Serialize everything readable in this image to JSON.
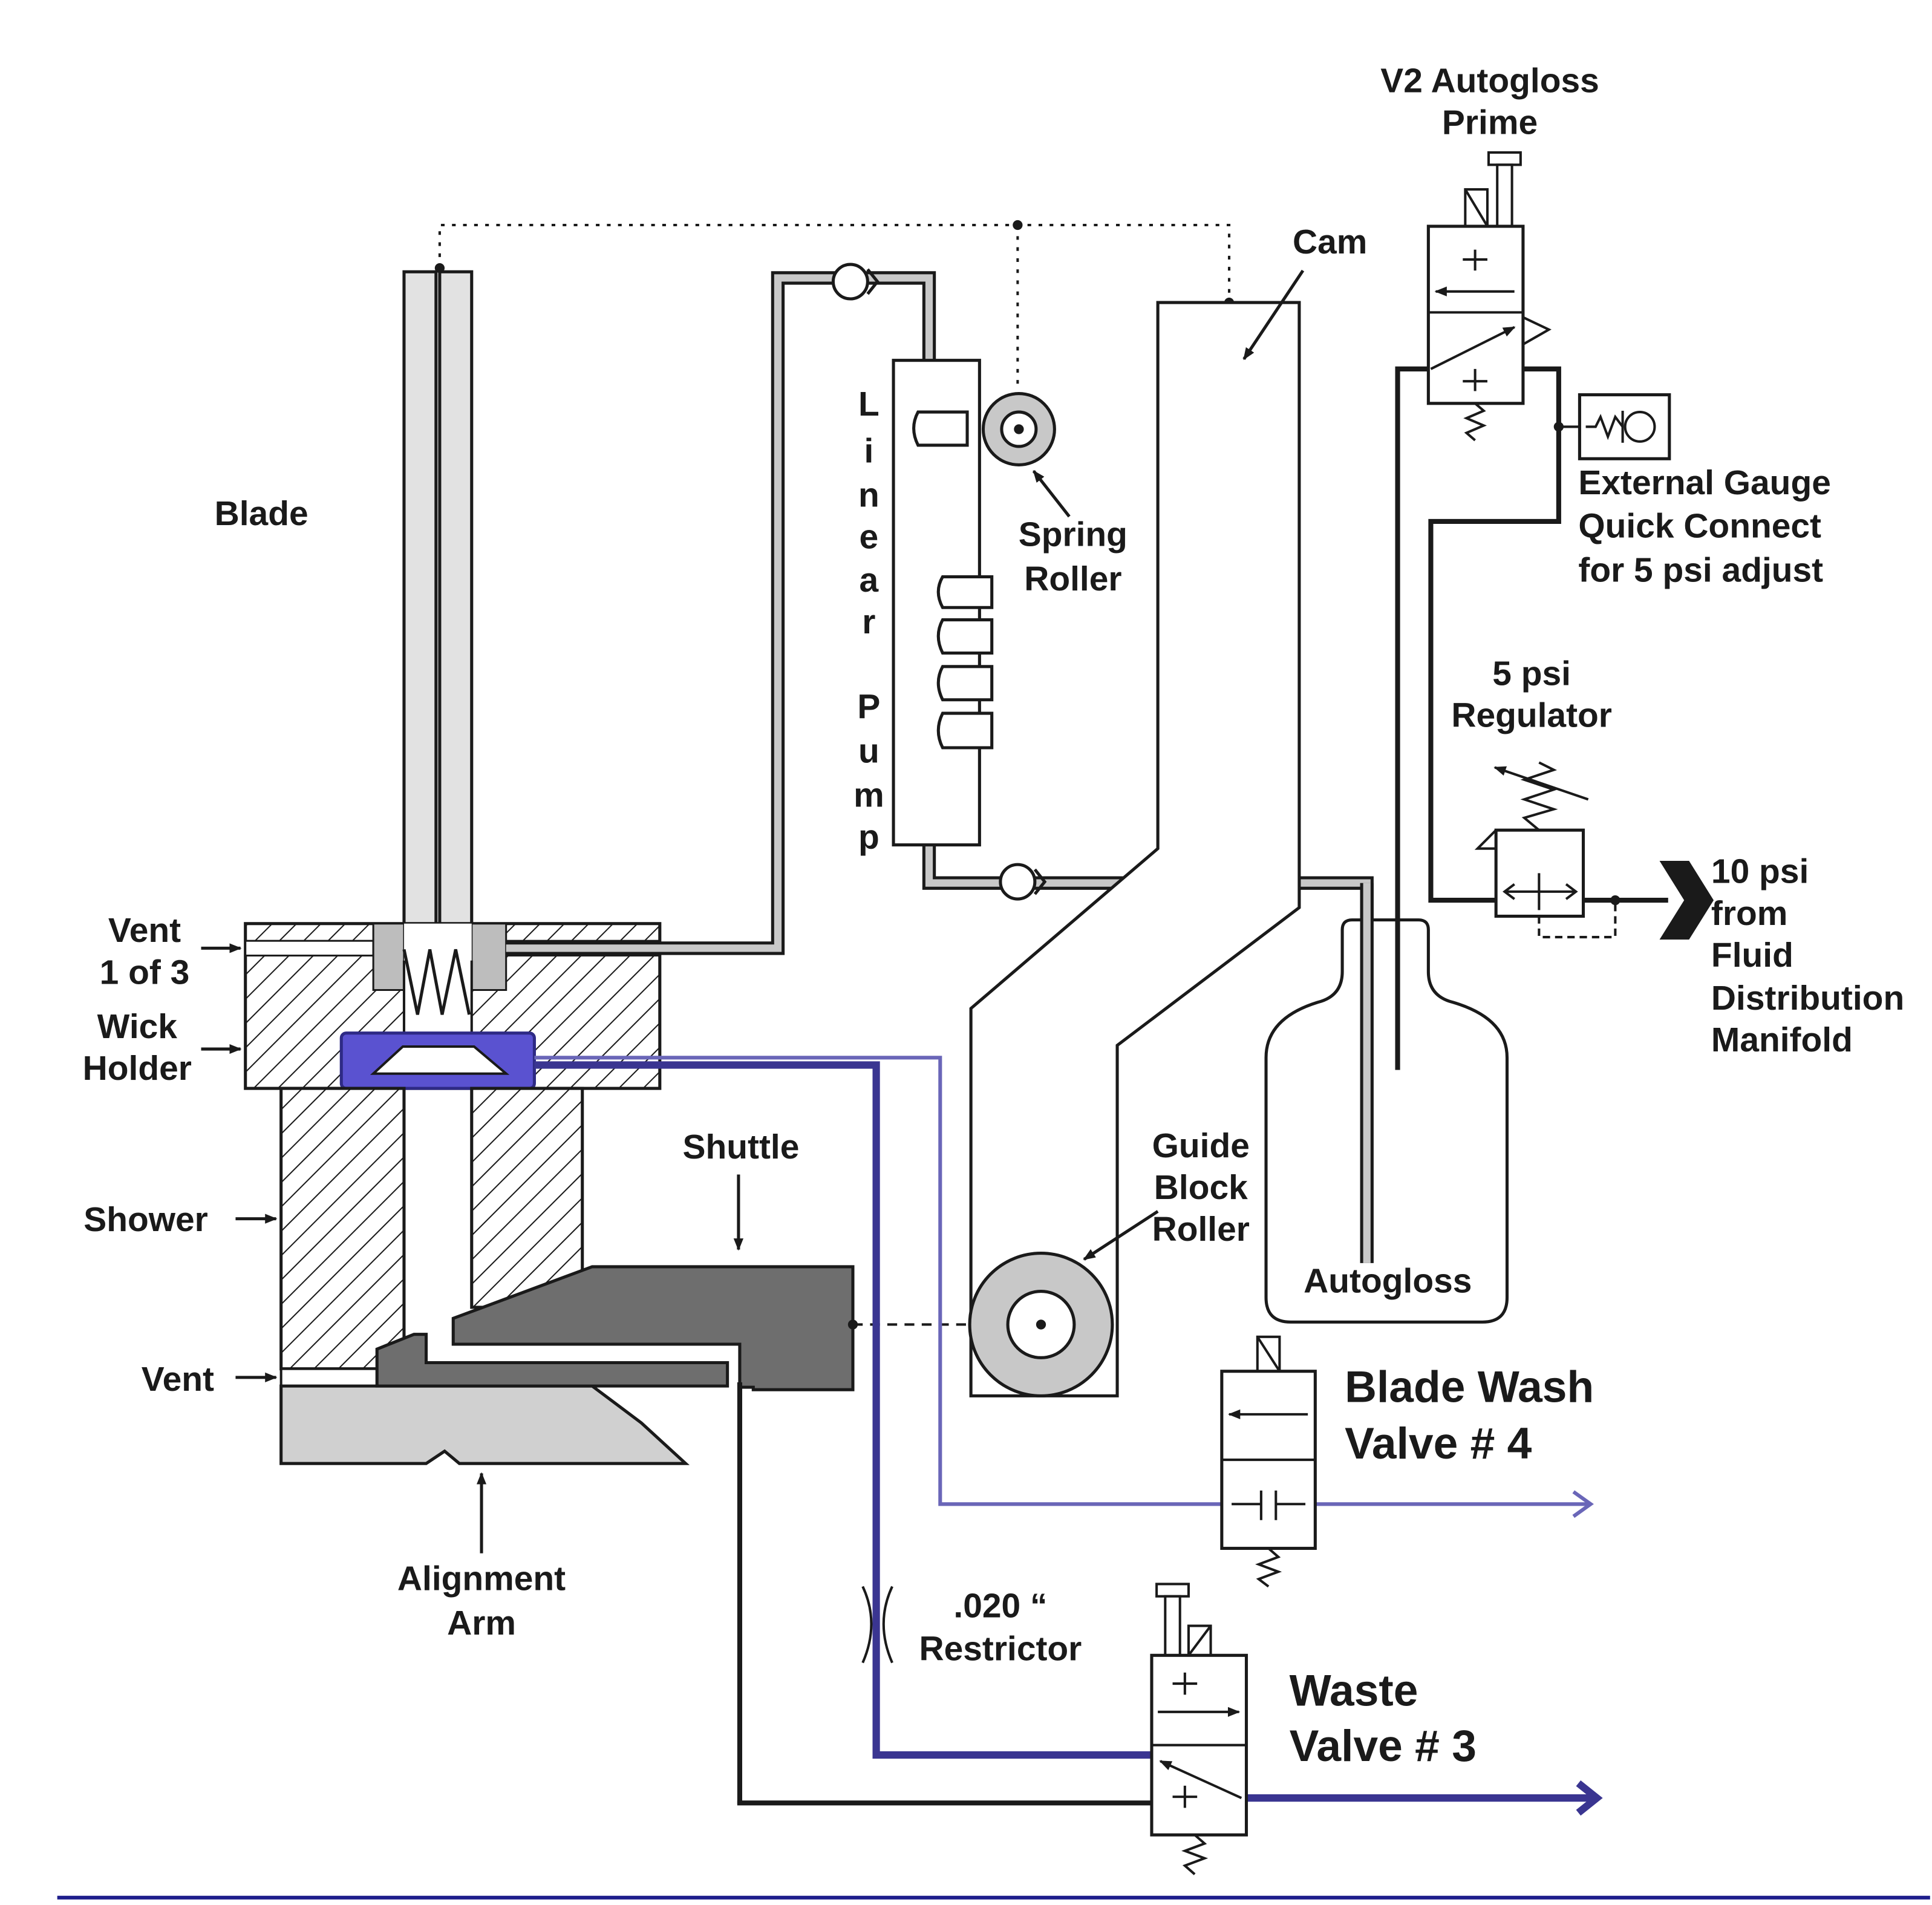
{
  "labels": {
    "blade": "Blade",
    "vent_1_of_3_line1": "Vent",
    "vent_1_of_3_line2": "1 of 3",
    "wick_holder_line1": "Wick",
    "wick_holder_line2": "Holder",
    "shower": "Shower",
    "vent": "Vent",
    "shuttle": "Shuttle",
    "alignment_arm_line1": "Alignment",
    "alignment_arm_line2": "Arm",
    "linear_pump": [
      "L",
      "i",
      "n",
      "e",
      "a",
      "r",
      "P",
      "u",
      "m",
      "p"
    ],
    "spring_roller_line1": "Spring",
    "spring_roller_line2": "Roller",
    "cam": "Cam",
    "guide_block_roller_line1": "Guide",
    "guide_block_roller_line2": "Block",
    "guide_block_roller_line3": "Roller",
    "autogloss": "Autogloss",
    "v2_prime_line1": "V2 Autogloss",
    "v2_prime_line2": "Prime",
    "external_gauge_line1": "External Gauge",
    "external_gauge_line2": "Quick Connect",
    "external_gauge_line3": "for 5 psi adjust",
    "regulator_line1": "5 psi",
    "regulator_line2": "Regulator",
    "supply_line1": "10 psi",
    "supply_line2": "from",
    "supply_line3": "Fluid",
    "supply_line4": "Distribution",
    "supply_line5": "Manifold",
    "blade_wash_line1": "Blade Wash",
    "blade_wash_line2": "Valve # 4",
    "restrictor_line1": ".020 “",
    "restrictor_line2": "Restrictor",
    "waste_line1": "Waste",
    "waste_line2": "Valve # 3"
  },
  "colors": {
    "ink": "#1a1a1a",
    "blue_line": "#6a66b8",
    "blue_dark": "#3a3591",
    "wick_blue": "#5a52d0",
    "tube_gray": "#c8c8c8",
    "light_gray": "#d0d0d0",
    "shuttle_gray": "#6e6e6e",
    "footer_blue": "#1e1e8c"
  }
}
